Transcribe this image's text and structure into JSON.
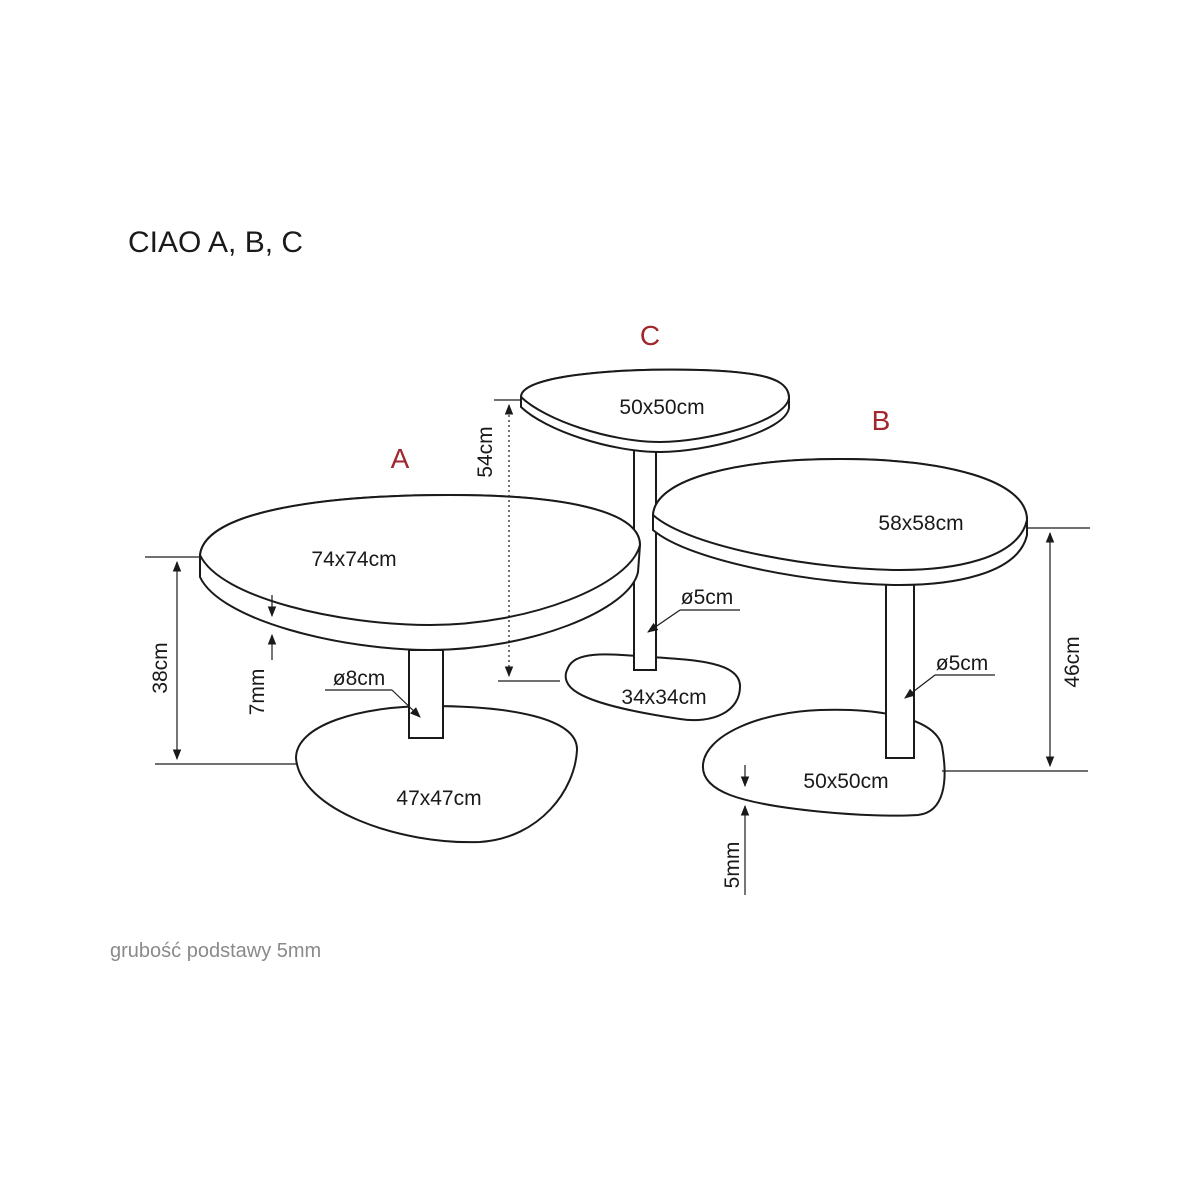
{
  "title": "CIAO A, B, C",
  "note": "grubość podstawy 5mm",
  "accent_color": "#a0272b",
  "tables": {
    "a": {
      "letter": "A",
      "top": "74x74cm",
      "base": "47x47cm",
      "leg": "ø8cm",
      "height": "38cm",
      "top_thickness": "7mm"
    },
    "b": {
      "letter": "B",
      "top": "58x58cm",
      "base": "50x50cm",
      "leg": "ø5cm",
      "height": "46cm",
      "base_thickness": "5mm"
    },
    "c": {
      "letter": "C",
      "top": "50x50cm",
      "base": "34x34cm",
      "leg": "ø5cm",
      "height": "54cm"
    }
  }
}
